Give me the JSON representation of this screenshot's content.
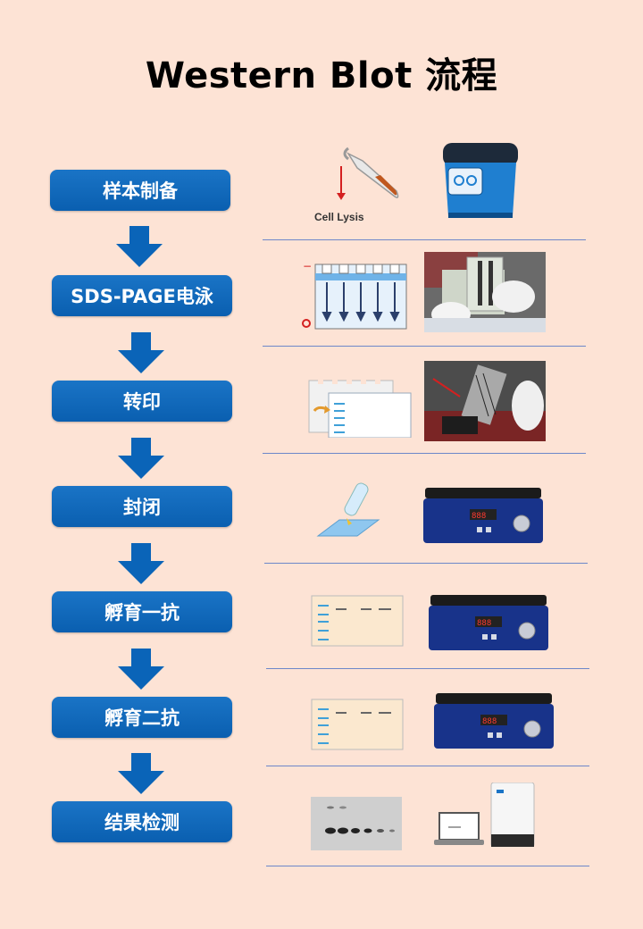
{
  "title": "Western Blot 流程",
  "steps": [
    {
      "label": "样本制备"
    },
    {
      "label": "SDS-PAGE电泳"
    },
    {
      "label": "转印"
    },
    {
      "label": "封闭"
    },
    {
      "label": "孵育一抗"
    },
    {
      "label": "孵育二抗"
    },
    {
      "label": "结果检测"
    }
  ],
  "illustrations": {
    "cell_lysis_label": "Cell Lysis"
  },
  "colors": {
    "background": "#fde3d5",
    "step_box": "#0a64b8",
    "arrow": "#0a64b8",
    "divider": "#6d87c9"
  }
}
